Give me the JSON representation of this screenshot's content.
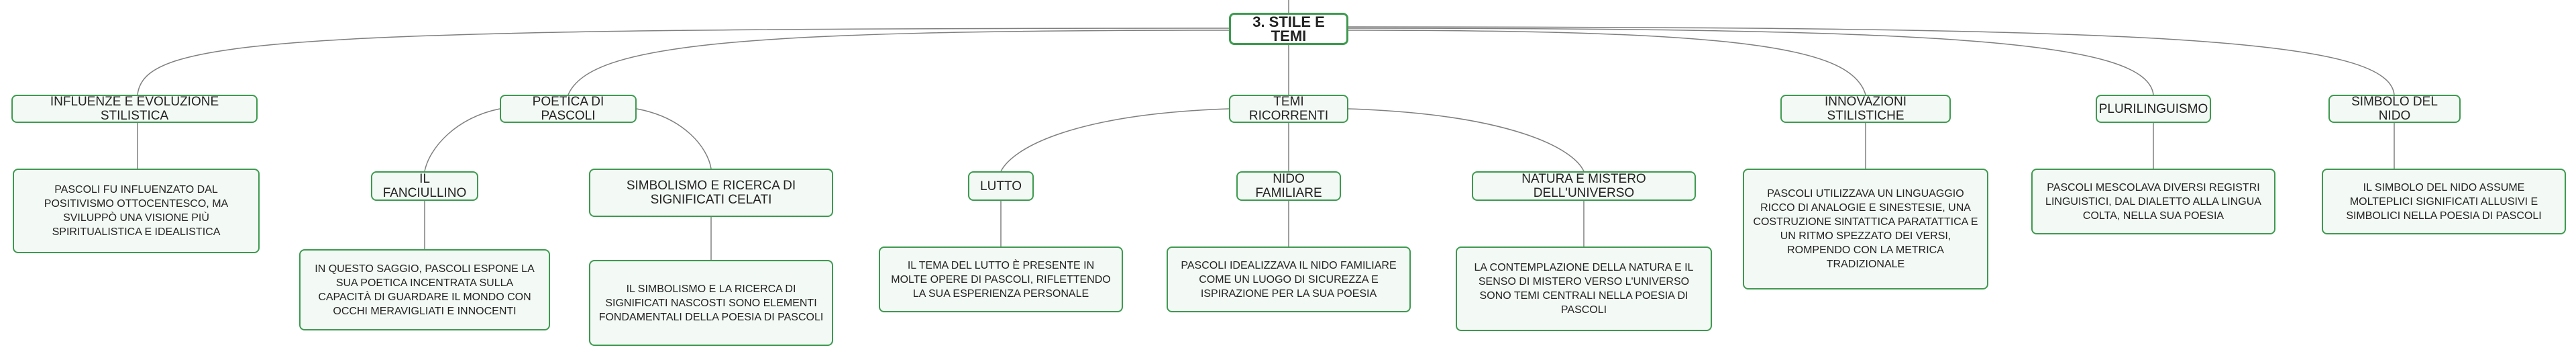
{
  "colors": {
    "accent": "#3d9a4f",
    "line": "#7f7f7f",
    "node_fill": "#f3f9f4"
  },
  "nodes": {
    "root": "3. STILE E TEMI",
    "influenze": "INFLUENZE E EVOLUZIONE STILISTICA",
    "influenze_desc": "PASCOLI FU INFLUENZATO DAL POSITIVISMO OTTOCENTESCO, MA SVILUPPÒ UNA VISIONE PIÙ SPIRITUALISTICA E IDEALISTICA",
    "poetica": "POETICA DI PASCOLI",
    "fanciullino": "IL FANCIULLINO",
    "fanciullino_desc": "IN QUESTO SAGGIO, PASCOLI ESPONE LA SUA POETICA INCENTRATA SULLA CAPACITÀ DI GUARDARE IL MONDO CON OCCHI MERAVIGLIATI E INNOCENTI",
    "simbolismo": "SIMBOLISMO E RICERCA DI SIGNIFICATI CELATI",
    "simbolismo_desc": "IL SIMBOLISMO E LA RICERCA DI SIGNIFICATI NASCOSTI SONO ELEMENTI FONDAMENTALI DELLA POESIA DI PASCOLI",
    "temi": "TEMI RICORRENTI",
    "lutto": "LUTTO",
    "lutto_desc": "IL TEMA DEL LUTTO È PRESENTE IN MOLTE OPERE DI PASCOLI, RIFLETTENDO LA SUA ESPERIENZA PERSONALE",
    "nido": "NIDO FAMILIARE",
    "nido_desc": "PASCOLI IDEALIZZAVA IL NIDO FAMILIARE COME UN LUOGO DI SICUREZZA E ISPIRAZIONE PER LA SUA POESIA",
    "natura": "NATURA E MISTERO DELL'UNIVERSO",
    "natura_desc": "LA CONTEMPLAZIONE DELLA NATURA E IL SENSO DI MISTERO VERSO L'UNIVERSO SONO TEMI CENTRALI NELLA POESIA DI PASCOLI",
    "innovazioni": "INNOVAZIONI STILISTICHE",
    "innovazioni_desc": "PASCOLI UTILIZZAVA UN LINGUAGGIO RICCO DI ANALOGIE E SINESTESIE, UNA COSTRUZIONE SINTATTICA PARATATTICA E UN RITMO SPEZZATO DEI VERSI, ROMPENDO CON LA METRICA TRADIZIONALE",
    "plurilinguismo": "PLURILINGUISMO",
    "plurilinguismo_desc": "PASCOLI MESCOLAVA DIVERSI REGISTRI LINGUISTICI, DAL DIALETTO ALLA LINGUA COLTA, NELLA SUA POESIA",
    "simbolo_nido": "SIMBOLO DEL NIDO",
    "simbolo_nido_desc": "IL SIMBOLO DEL NIDO ASSUME MOLTEPLICI SIGNIFICATI ALLUSIVI E SIMBOLICI NELLA POESIA DI PASCOLI"
  }
}
